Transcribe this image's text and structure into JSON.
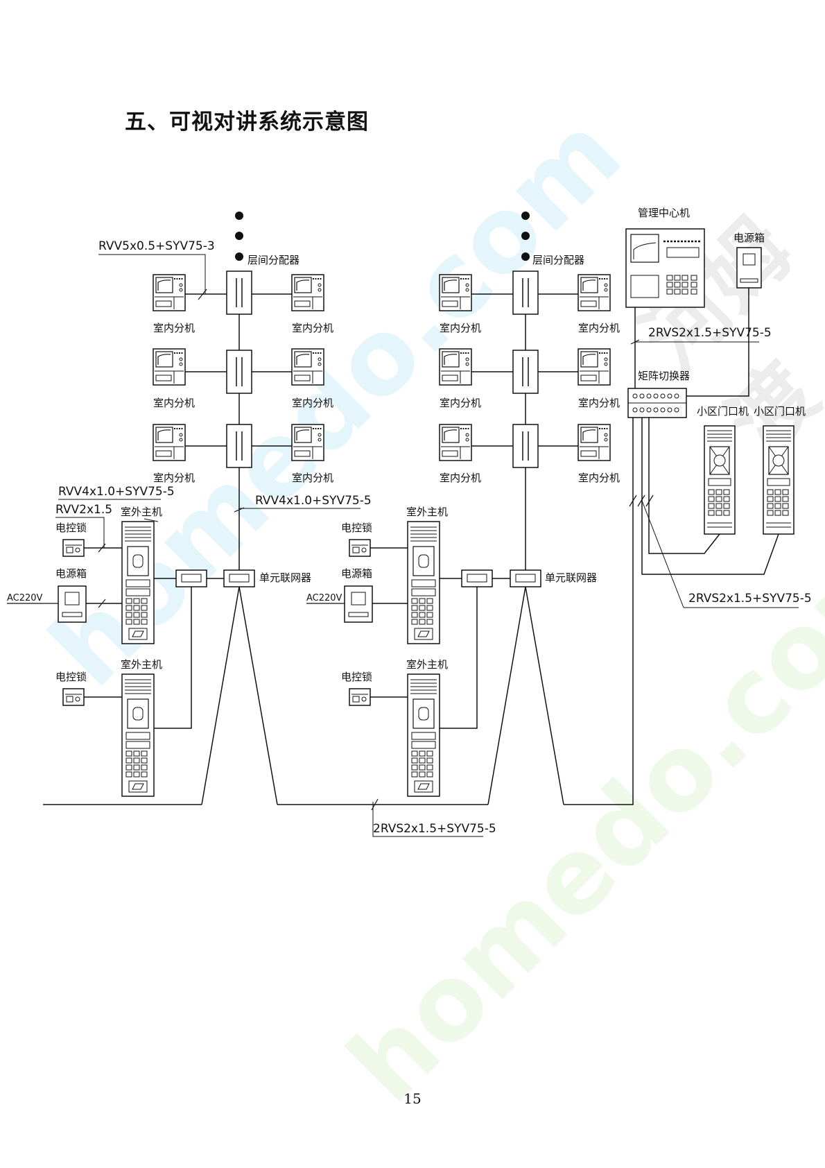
{
  "page": {
    "title": "五、可视对讲系统示意图",
    "page_number": "15"
  },
  "watermark": {
    "text_main": "homedo.com",
    "text_brand": "河姆渡"
  },
  "labels": {
    "floor_splitter": "层间分配器",
    "indoor_unit": "室内分机",
    "outdoor_host": "室外主机",
    "electric_lock": "电控锁",
    "power_box": "电源箱",
    "unit_networker": "单元联网器",
    "mgmt_center": "管理中心机",
    "matrix_switcher": "矩阵切换器",
    "community_gate": "小区门口机",
    "ac_power": "AC220V"
  },
  "cables": {
    "rvv5": "RVV5x0.5+SYV75-3",
    "rvv4": "RVV4x1.0+SYV75-5",
    "rvv2": "RVV2x1.5",
    "rvs_bus": "2RVS2x1.5+SYV75-5"
  }
}
